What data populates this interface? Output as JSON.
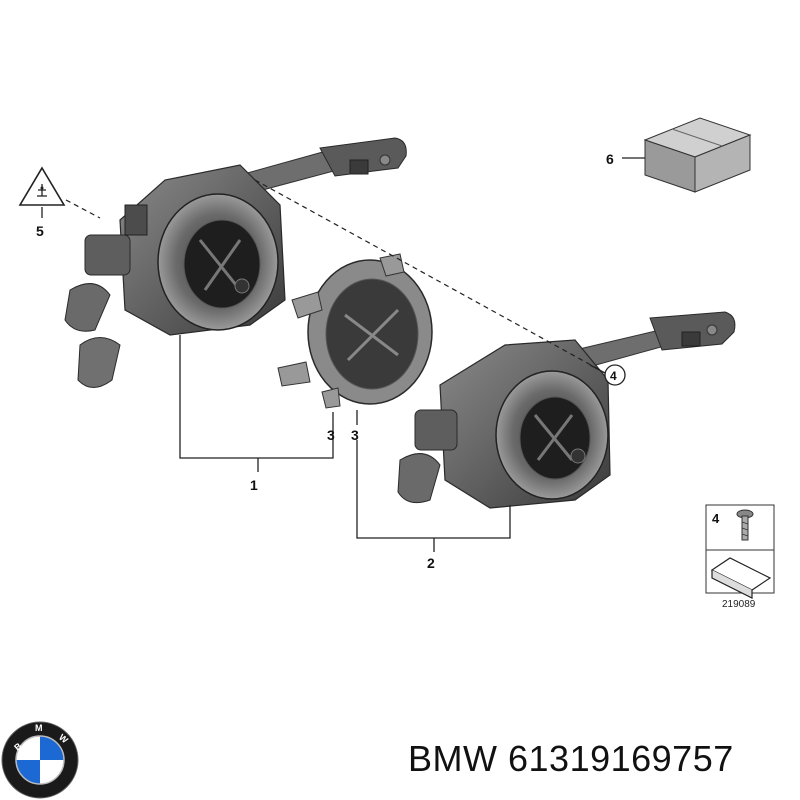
{
  "callouts": {
    "c1": "1",
    "c2": "2",
    "c3a": "3",
    "c3b": "3",
    "c4": "4",
    "c5": "5",
    "c6": "6"
  },
  "legend_box": {
    "index": "4",
    "drawing_number": "219089"
  },
  "footer": {
    "brand": "BMW",
    "part_number": "61319169757"
  },
  "logo": {
    "text": "BMW",
    "colors": {
      "ring": "#1a1a1a",
      "blue": "#1c69d4",
      "white": "#ffffff"
    }
  },
  "part_colors": {
    "body": "#4a4a4a",
    "mid": "#7a7a7a",
    "light": "#a8a8a8",
    "dark": "#2a2a2a"
  }
}
